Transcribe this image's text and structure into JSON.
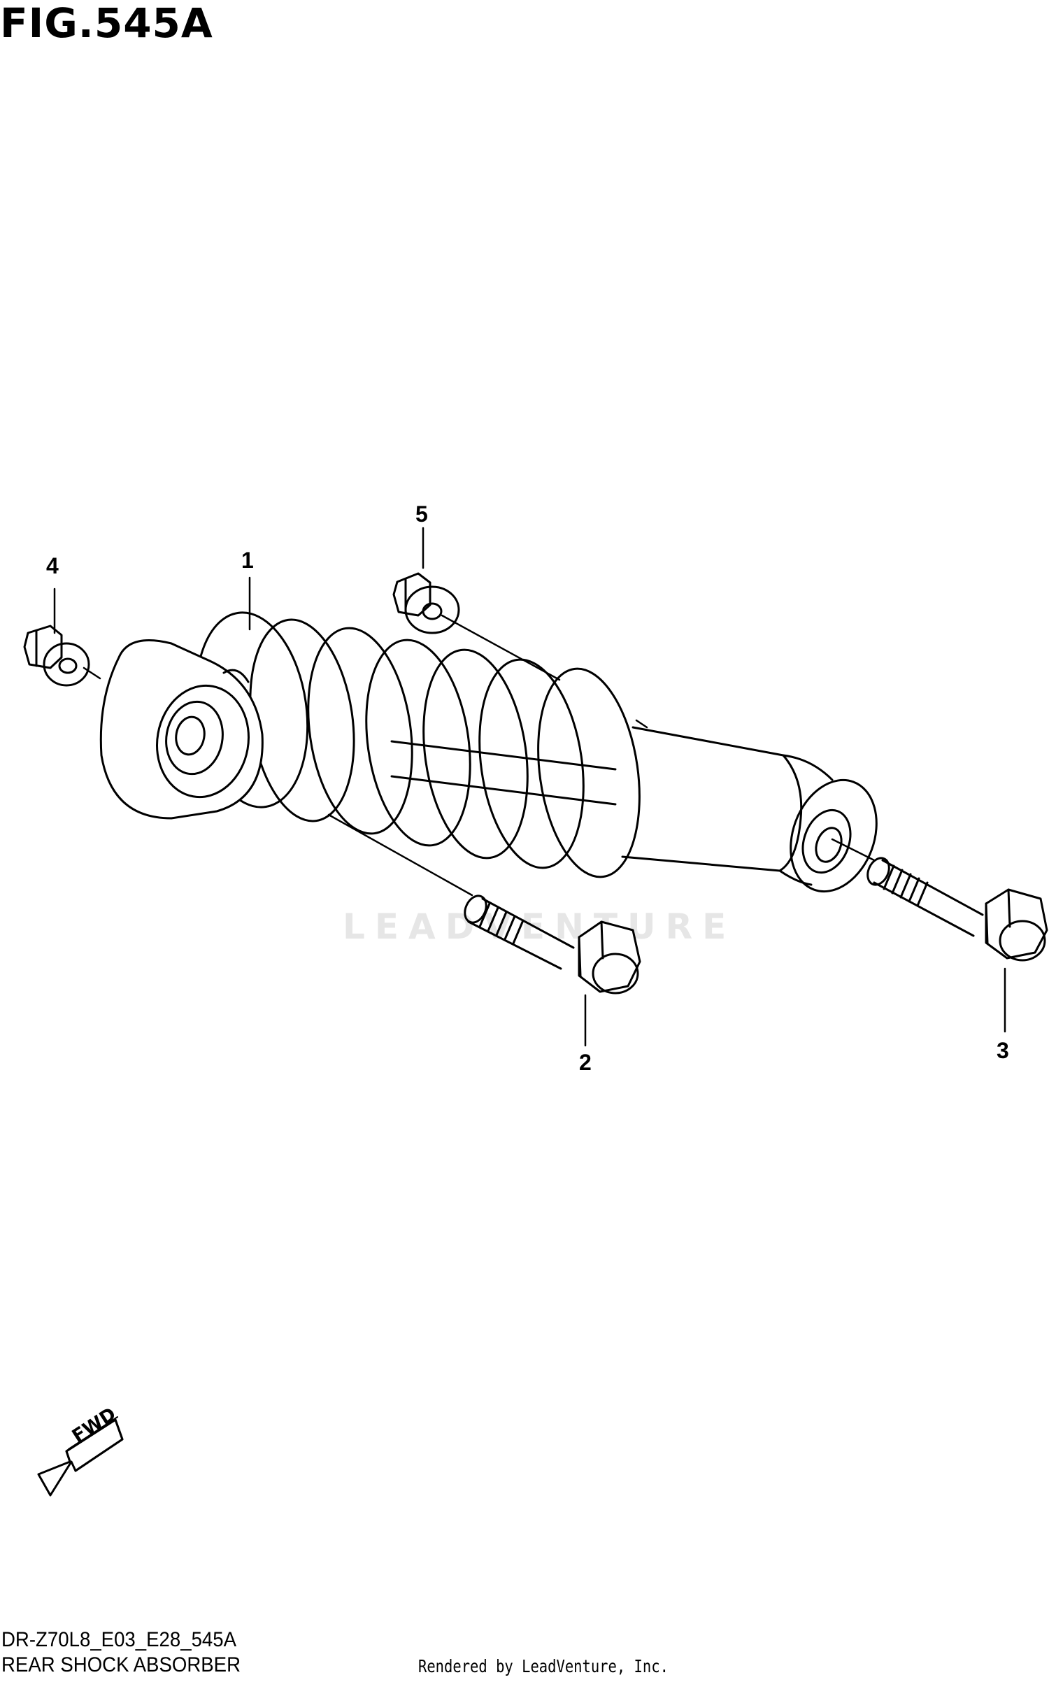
{
  "figure": {
    "title": "FIG.545A",
    "code": "DR-Z70L8_E03_E28_545A",
    "caption": "REAR SHOCK ABSORBER",
    "rendered_by": "Rendered by LeadVenture, Inc.",
    "watermark": "LEADVENTURE"
  },
  "callouts": [
    {
      "id": "1",
      "label": "1"
    },
    {
      "id": "2",
      "label": "2"
    },
    {
      "id": "3",
      "label": "3"
    },
    {
      "id": "4",
      "label": "4"
    },
    {
      "id": "5",
      "label": "5"
    }
  ],
  "direction_arrow": {
    "label": "FWD"
  }
}
